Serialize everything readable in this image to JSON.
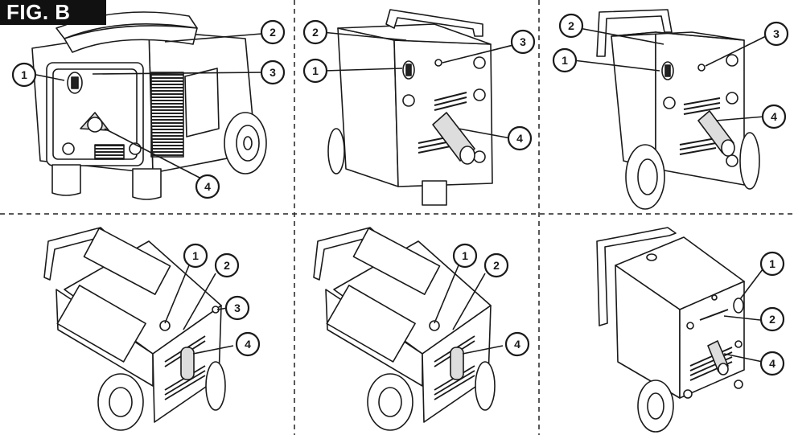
{
  "figure": {
    "label": "FIG. B",
    "ink_color": "#1a1a1a",
    "background": "#ffffff"
  },
  "panels": [
    {
      "id": "panel-1",
      "callouts": [
        "1",
        "2",
        "3",
        "4"
      ]
    },
    {
      "id": "panel-2",
      "callouts": [
        "2",
        "1",
        "3",
        "4"
      ]
    },
    {
      "id": "panel-3",
      "callouts": [
        "2",
        "1",
        "3",
        "4"
      ]
    },
    {
      "id": "panel-4",
      "callouts": [
        "1",
        "2",
        "3",
        "4"
      ]
    },
    {
      "id": "panel-5",
      "callouts": [
        "1",
        "2",
        "4"
      ]
    },
    {
      "id": "panel-6",
      "callouts": [
        "1",
        "2",
        "4"
      ]
    }
  ]
}
